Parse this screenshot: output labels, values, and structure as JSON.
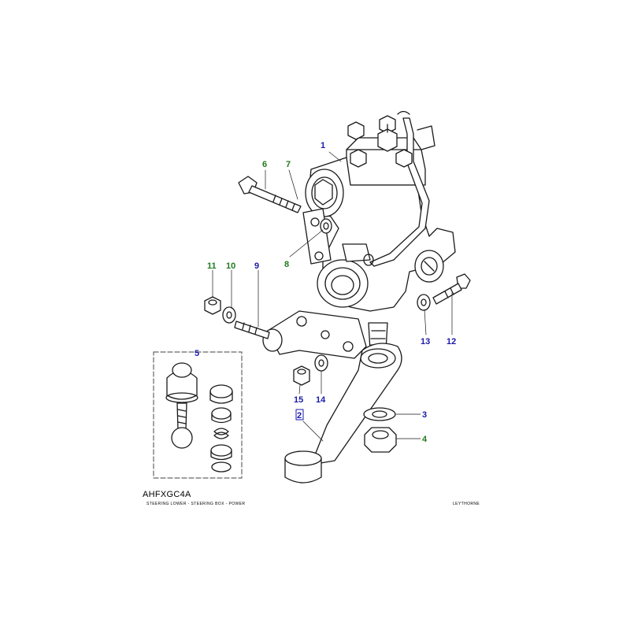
{
  "diagram": {
    "code": "AHFXGC4A",
    "caption": "STEERING LOWER - STEERING BOX - POWER",
    "publisher": "LEYTHORNE",
    "colors": {
      "callout_blue": "#1a1aa8",
      "callout_green": "#1f7a1f",
      "line": "#1a1a1a",
      "kit_border": "#666666"
    },
    "callouts": {
      "c1": "1",
      "c2": "2",
      "c3": "3",
      "c4": "4",
      "c5": "5",
      "c6": "6",
      "c7": "7",
      "c8": "8",
      "c9": "9",
      "c10": "10",
      "c11": "11",
      "c12": "12",
      "c13": "13",
      "c14": "14",
      "c15": "15"
    }
  }
}
